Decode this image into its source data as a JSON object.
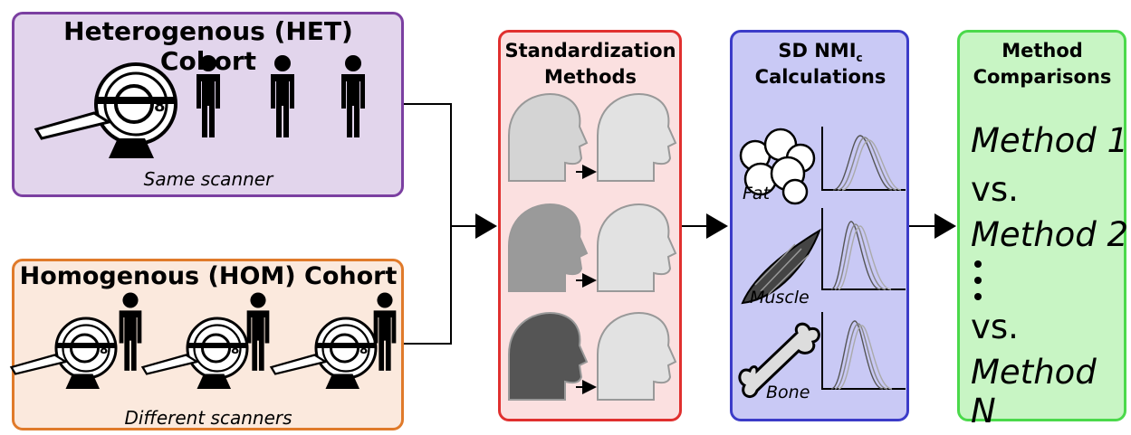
{
  "het_cohort": {
    "title": "Heterogenous (HET) Cohort",
    "caption": "Same scanner"
  },
  "hom_cohort": {
    "title": "Homogenous (HOM) Cohort",
    "caption": "Different scanners"
  },
  "standardization": {
    "title_line1": "Standardization",
    "title_line2": "Methods"
  },
  "sd_nmi": {
    "title_line1": "SD NMI",
    "subscript": "c",
    "title_line2": "Calculations",
    "tissues": [
      "Fat",
      "Muscle",
      "Bone"
    ]
  },
  "comparisons": {
    "title_line1": "Method",
    "title_line2": "Comparisons",
    "method_1": "Method 1",
    "vs_1": "vs.",
    "method_2": "Method 2",
    "vs_2": "vs.",
    "method_n": "Method N"
  },
  "colors": {
    "het": "#7b3fa1",
    "hom": "#e07a2a",
    "std": "#e0302f",
    "sd": "#3c3cc8",
    "cmp": "#4bd94b"
  }
}
